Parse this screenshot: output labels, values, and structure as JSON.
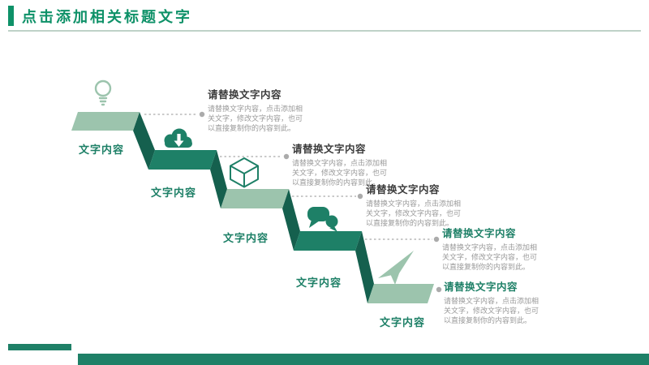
{
  "header": {
    "title": "点击添加相关标题文字"
  },
  "steps": [
    {
      "label": "文字内容",
      "icon": "lightbulb-icon",
      "callout_title": "请替换文字内容",
      "callout_desc": "请替换文字内容，点击添加相关文字，修改文字内容，也可以直接复制你的内容到此。"
    },
    {
      "label": "文字内容",
      "icon": "cloud-download-icon",
      "callout_title": "请替换文字内容",
      "callout_desc": "请替换文字内容，点击添加相关文字，修改文字内容，也可以直接复制你的内容到此。"
    },
    {
      "label": "文字内容",
      "icon": "cube-icon",
      "callout_title": "请替换文字内容",
      "callout_desc": "请替换文字内容，点击添加相关文字，修改文字内容，也可以直接复制你的内容到此。"
    },
    {
      "label": "文字内容",
      "icon": "chat-bubbles-icon",
      "callout_title": "请替换文字内容",
      "callout_desc": "请替换文字内容，点击添加相关文字，修改文字内容，也可以直接复制你的内容到此。"
    },
    {
      "label": "文字内容",
      "icon": "paper-plane-icon",
      "callout_title": "请替换文字内容",
      "callout_desc": "请替换文字内容，点击添加相关文字，修改文字内容，也可以直接复制你的内容到此。"
    }
  ],
  "colors": {
    "dark_green": "#1E8067",
    "light_green": "#9CC4AD",
    "fold_green": "#15604E",
    "header_green": "#0E9168",
    "desc_gray": "#9A9A9A",
    "connector_gray": "#ABABAB"
  }
}
